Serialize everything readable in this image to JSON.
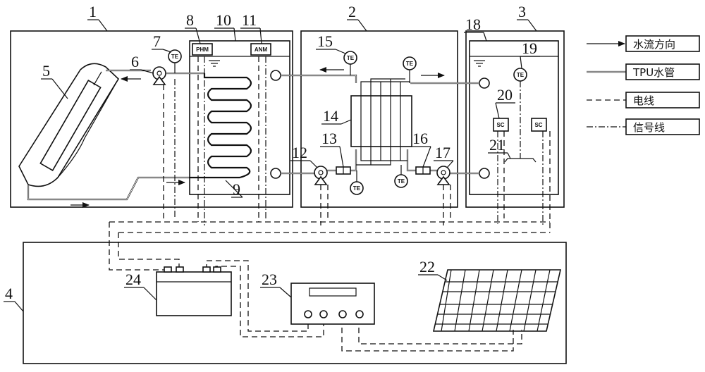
{
  "components": {
    "n1": "1",
    "n2": "2",
    "n3": "3",
    "n4": "4",
    "n5": "5",
    "n6": "6",
    "n7": "7",
    "n8": "8",
    "n9": "9",
    "n10": "10",
    "n11": "11",
    "n12": "12",
    "n13": "13",
    "n14": "14",
    "n15": "15",
    "n16": "16",
    "n17": "17",
    "n18": "18",
    "n19": "19",
    "n20": "20",
    "n21": "21",
    "n22": "22",
    "n23": "23",
    "n24": "24"
  },
  "tags": {
    "te": "TE",
    "phm": "PHM",
    "anm": "ANM",
    "sc": "SC"
  },
  "legend": {
    "water_flow": "水流方向",
    "tpu_pipe": "TPU水管",
    "power_line": "电线",
    "signal_line": "信号线"
  }
}
